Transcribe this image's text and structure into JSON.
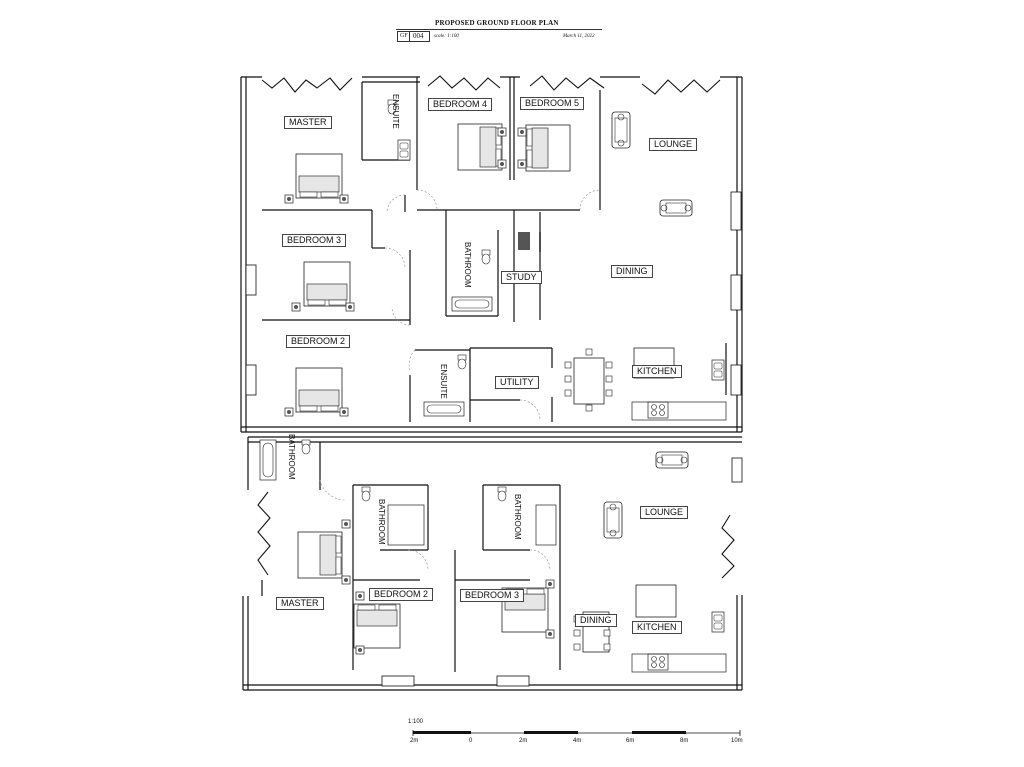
{
  "header": {
    "title": "PROPOSED GROUND FLOOR PLAN",
    "sheet_prefix": "GF",
    "sheet_number": "004",
    "scale": "scale: 1:100",
    "date": "March 11, 2022"
  },
  "upper_unit": {
    "rooms": {
      "master": "MASTER",
      "ensuite_1": "ENSUITE",
      "bedroom_4": "BEDROOM 4",
      "bedroom_5": "BEDROOM 5",
      "lounge": "LOUNGE",
      "bedroom_3": "BEDROOM 3",
      "bathroom": "BATHROOM",
      "study": "STUDY",
      "dining": "DINING",
      "bedroom_2": "BEDROOM 2",
      "ensuite_2": "ENSUITE",
      "utility": "UTILITY",
      "kitchen": "KITCHEN"
    }
  },
  "lower_unit": {
    "rooms": {
      "bathroom_side": "BATHROOM",
      "bathroom_1": "BATHROOM",
      "bathroom_2": "BATHROOM",
      "lounge": "LOUNGE",
      "master": "MASTER",
      "bedroom_2": "BEDROOM 2",
      "bedroom_3": "BEDROOM 3",
      "dining": "DINING",
      "kitchen": "KITCHEN"
    }
  },
  "scale_bar": {
    "ratio": "1:100",
    "labels": [
      "2m",
      "0",
      "2m",
      "4m",
      "6m",
      "8m",
      "10m"
    ]
  },
  "colors": {
    "line": "#111111",
    "wall_fill": "#ffffff",
    "furniture": "#333333"
  }
}
